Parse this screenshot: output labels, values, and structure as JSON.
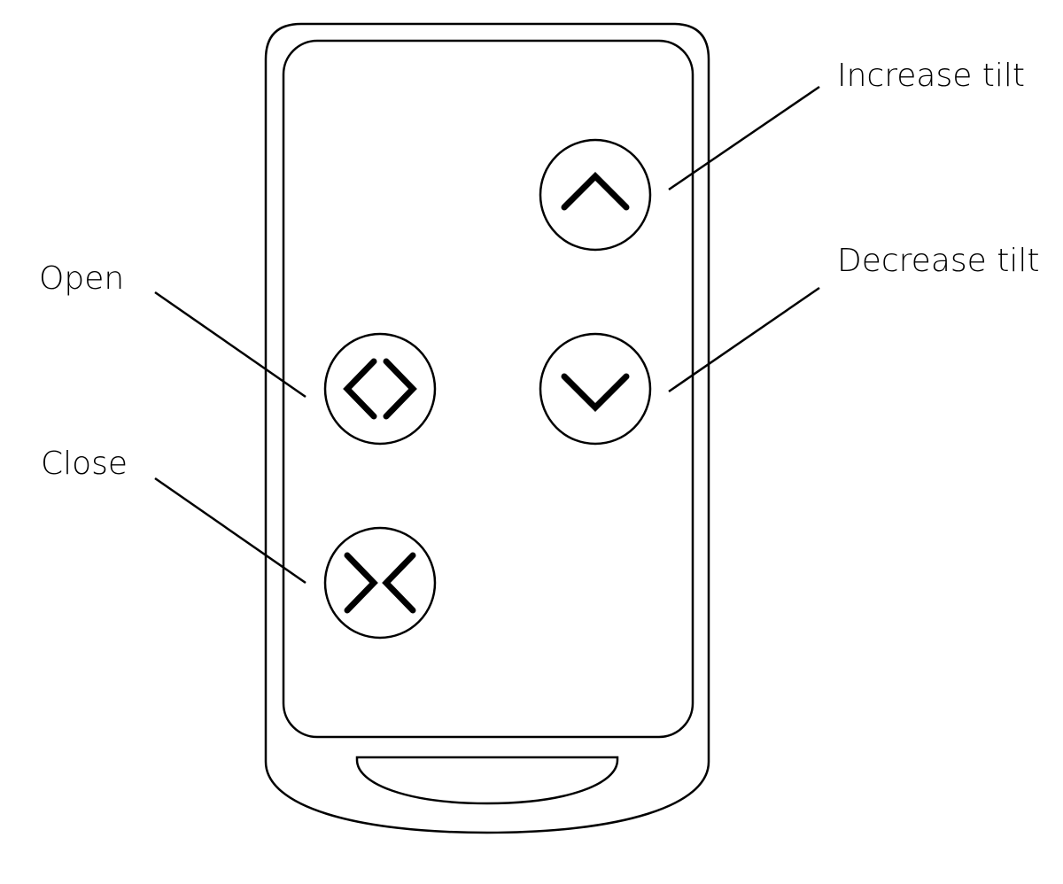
{
  "remote": {
    "buttons": [
      {
        "id": "increase-tilt",
        "icon": "chevron-up-icon",
        "label": "Increase tilt"
      },
      {
        "id": "decrease-tilt",
        "icon": "chevron-down-icon",
        "label": "Decrease tilt"
      },
      {
        "id": "open",
        "icon": "chevrons-outward-icon",
        "label": "Open"
      },
      {
        "id": "close",
        "icon": "chevrons-inward-icon",
        "label": "Close"
      }
    ]
  },
  "colors": {
    "stroke": "#000000",
    "background": "#ffffff"
  }
}
